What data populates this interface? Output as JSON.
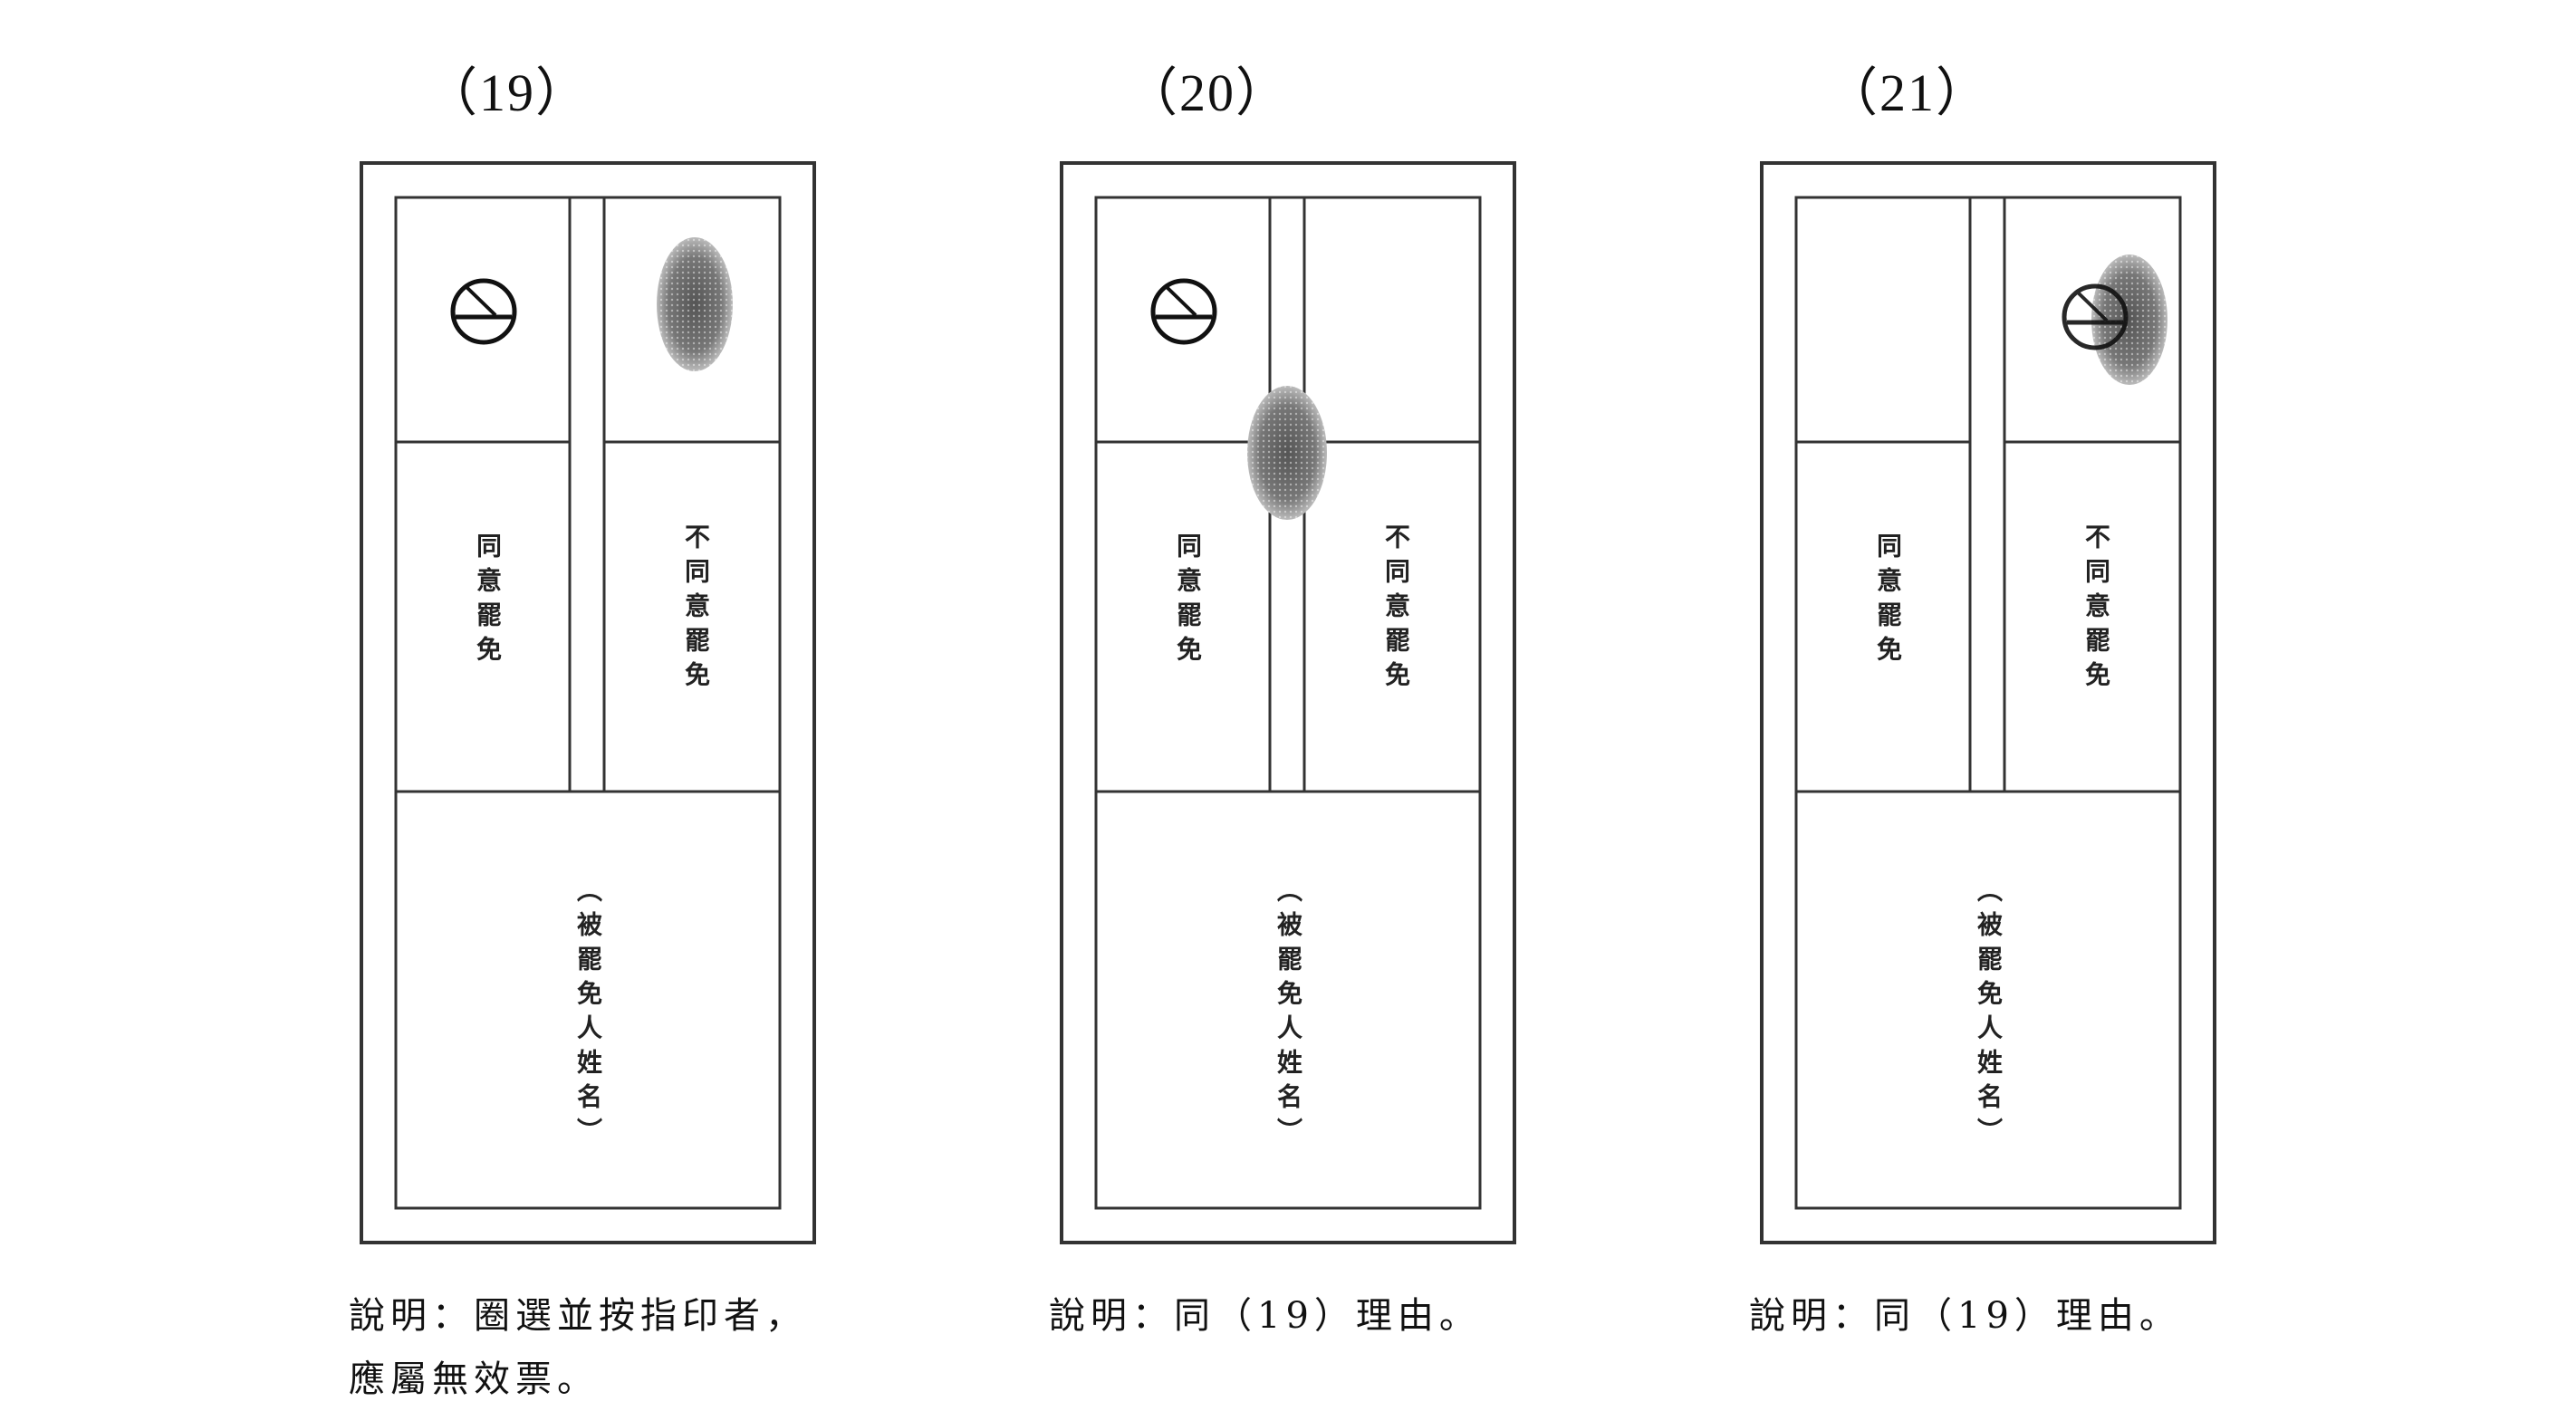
{
  "panels": [
    {
      "number": "（19）",
      "agree_label": "同意罷免",
      "disagree_label": "不同意罷免",
      "name_label": "（被罷免人姓名）",
      "caption_lines": [
        "說明：圈選並按指印者，",
        "應屬無效票。"
      ]
    },
    {
      "number": "（20）",
      "agree_label": "同意罷免",
      "disagree_label": "不同意罷免",
      "name_label": "（被罷免人姓名）",
      "caption_lines": [
        "說明：同（19）理由。"
      ]
    },
    {
      "number": "（21）",
      "agree_label": "同意罷免",
      "disagree_label": "不同意罷免",
      "name_label": "（被罷免人姓名）",
      "caption_lines": [
        "說明：同（19）理由。"
      ]
    }
  ]
}
